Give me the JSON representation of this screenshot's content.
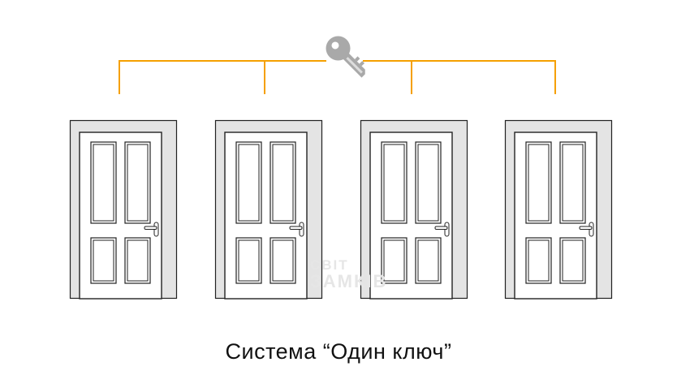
{
  "caption": "Система “Один ключ”",
  "watermark": {
    "line1": "СВІТ",
    "line2": "ЗАМКІВ"
  },
  "doors": [
    {
      "id": 1
    },
    {
      "id": 2
    },
    {
      "id": 3
    },
    {
      "id": 4
    }
  ],
  "icons": {
    "key": "key-icon",
    "door": "door-icon"
  },
  "colors": {
    "connector": "#f5a000",
    "key": "#a9a9a9",
    "frame": "#e4e4e4",
    "outline": "#222222"
  }
}
